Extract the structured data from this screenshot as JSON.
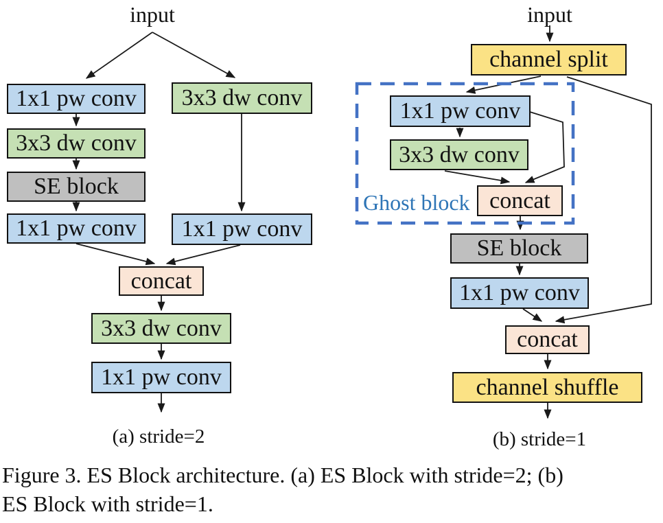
{
  "figure": {
    "caption_line1": "Figure 3. ES Block architecture.  (a) ES Block with stride=2; (b)",
    "caption_line2": "ES Block with stride=1."
  },
  "diagram_a": {
    "input_label": "input",
    "caption": "(a) stride=2",
    "nodes": {
      "pw1": "1x1 pw conv",
      "dw1": "3x3 dw conv",
      "se": "SE block",
      "pw2": "1x1 pw conv",
      "dw_right": "3x3 dw conv",
      "pw_right": "1x1 pw conv",
      "concat": "concat",
      "dw2": "3x3 dw conv",
      "pw3": "1x1 pw conv"
    }
  },
  "diagram_b": {
    "input_label": "input",
    "caption": "(b) stride=1",
    "ghost_label": "Ghost block",
    "nodes": {
      "split": "channel split",
      "pw1": "1x1 pw conv",
      "dw1": "3x3 dw conv",
      "concat1": "concat",
      "se": "SE block",
      "pw2": "1x1 pw conv",
      "concat2": "concat",
      "shuffle": "channel shuffle"
    }
  },
  "palette": {
    "conv_blue": "#BDD7EE",
    "dwconv_green": "#C5E0B4",
    "se_gray": "#BFBFBF",
    "concat_peach": "#FBE5D6",
    "channel_yellow": "#FBE285",
    "ghost_border_blue": "#4472C4",
    "ghost_label_blue": "#2E75B6",
    "line_black": "#1A1A1A"
  }
}
